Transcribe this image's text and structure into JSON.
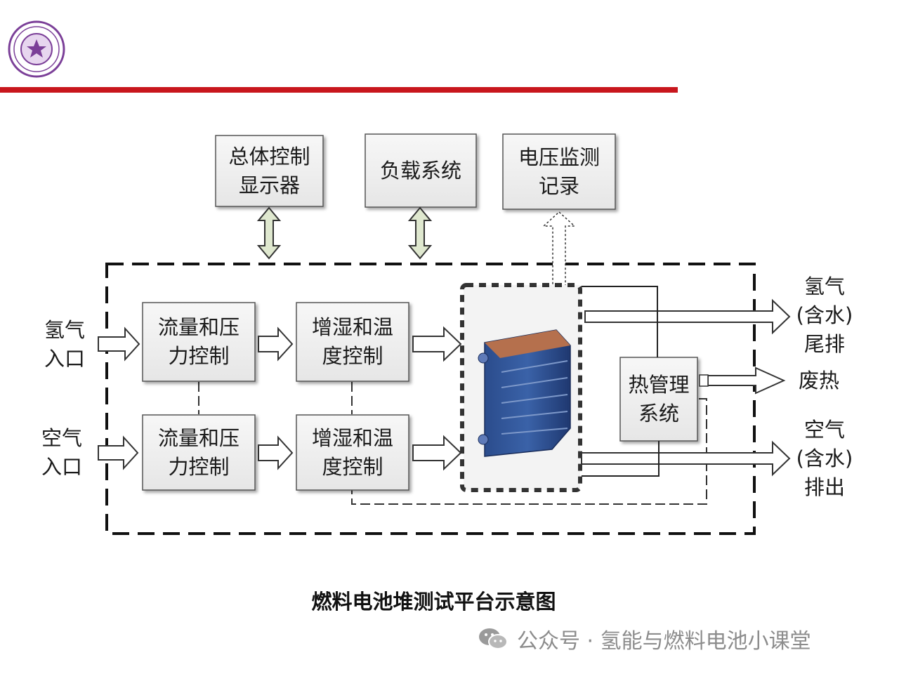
{
  "header": {
    "logo_color": "#7b3f98",
    "accent_color": "#c8161d"
  },
  "top_boxes": {
    "display": "总体控制\n显示器",
    "load": "负载系统",
    "voltage": "电压监测\n记录"
  },
  "inputs": {
    "hydrogen": "氢气\n入口",
    "air": "空气\n入口"
  },
  "flow_control_top": "流量和压\n力控制",
  "flow_control_bottom": "流量和压\n力控制",
  "humid_top": "增湿和温\n度控制",
  "humid_bottom": "增湿和温\n度控制",
  "thermal": "热管理\n系统",
  "outputs": {
    "hydrogen_exhaust": "氢气\n(含水)\n尾排",
    "waste_heat": "废热",
    "air_exhaust": "空气\n(含水)\n排出"
  },
  "caption": "燃料电池堆测试平台示意图",
  "footer": {
    "account": "公众号 · 氢能与燃料电池小课堂"
  }
}
